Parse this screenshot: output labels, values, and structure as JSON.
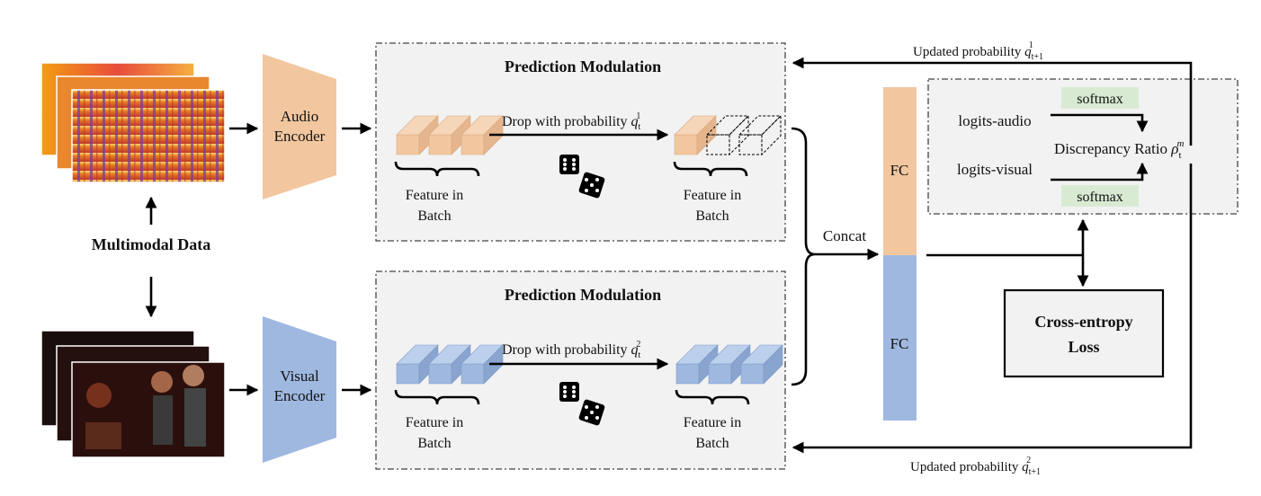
{
  "inputs": {
    "title": "Multimodal Data",
    "audio_encoder": [
      "Audio",
      "Encoder"
    ],
    "visual_encoder": [
      "Visual",
      "Encoder"
    ]
  },
  "modulation": {
    "title": "Prediction Modulation",
    "drop_audio": "Drop with probability",
    "drop_audio_symbol": "q",
    "drop_audio_sub": "t",
    "drop_audio_sup": "1",
    "drop_visual": "Drop with probability",
    "drop_visual_symbol": "q",
    "drop_visual_sub": "t",
    "drop_visual_sup": "2",
    "feature_label": [
      "Feature in",
      "Batch"
    ]
  },
  "fusion": {
    "concat": "Concat",
    "fc_audio": "FC",
    "fc_visual": "FC"
  },
  "discrepancy": {
    "softmax_top": "softmax",
    "softmax_bottom": "softmax",
    "logits_audio": "logits-audio",
    "logits_visual": "logits-visual",
    "ratio": "Discrepancy Ratio",
    "ratio_symbol": "ρ",
    "ratio_sub": "t",
    "ratio_sup": "m"
  },
  "loss": {
    "line1": "Cross-entropy",
    "line2": "Loss"
  },
  "feedback": {
    "top": "Updated probability",
    "top_symbol": "q",
    "top_sub": "t+1",
    "top_sup": "1",
    "bottom": "Updated probability",
    "bottom_symbol": "q",
    "bottom_sub": "t+1",
    "bottom_sup": "2"
  },
  "colors": {
    "audio": "#f2c7a0",
    "visual": "#9fb8e0",
    "softmax": "#d9ead3",
    "box_fill": "#f2f2f2"
  },
  "icons": [
    "spectrogram-image",
    "concert-photo",
    "dice-icon"
  ]
}
